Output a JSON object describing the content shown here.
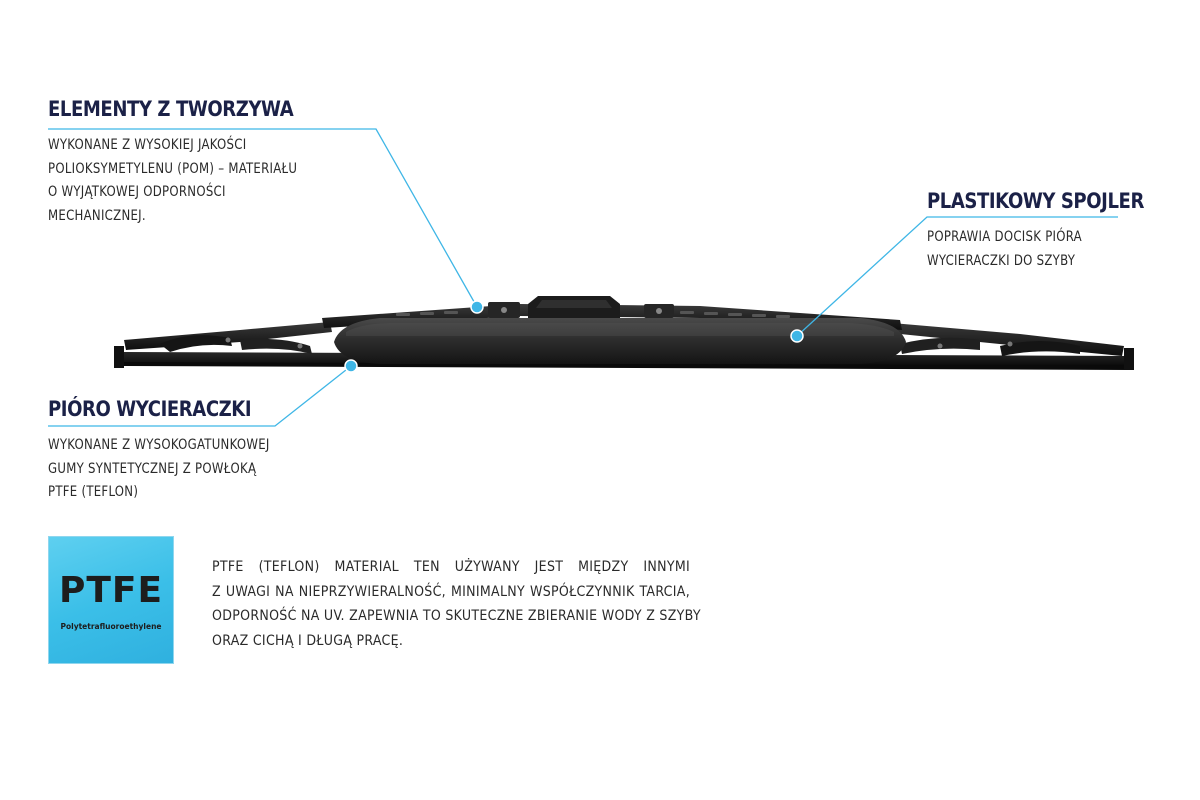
{
  "callouts": {
    "elements": {
      "title": "ELEMENTY Z TWORZYWA",
      "lines": [
        "WYKONANE Z WYSOKIEJ JAKOŚCI",
        "POLIOKSYMETYLENU (POM) – MATERIAŁU",
        "O WYJĄTKOWEJ ODPORNOŚCI",
        "MECHANICZNEJ."
      ]
    },
    "spoiler": {
      "title": "PLASTIKOWY SPOJLER",
      "lines": [
        "POPRAWIA DOCISK PIÓRA",
        "WYCIERACZKI DO SZYBY"
      ]
    },
    "blade": {
      "title": "PIÓRO WYCIERACZKI",
      "lines": [
        "WYKONANE Z WYSOKOGATUNKOWEJ",
        "GUMY SYNTETYCZNEJ Z POWŁOKĄ",
        "PTFE (TEFLON)"
      ]
    }
  },
  "ptfe": {
    "badge_big": "PTFE",
    "badge_small": "Polytetrafluoroethylene",
    "lines": [
      "PTFE (TEFLON) MATERIAL TEN UŻYWANY JEST MIĘDZY INNYMI",
      "Z UWAGI NA NIEPRZYWIERALNOŚĆ, MINIMALNY WSPÓŁCZYNNIK TARCIA,",
      "ODPORNOŚĆ NA UV. ZAPEWNIA TO SKUTECZNE ZBIERANIE WODY Z SZYBY",
      "ORAZ CICHĄ I DŁUGĄ PRACĘ."
    ]
  },
  "colors": {
    "title": "#1b2147",
    "leader": "#3fb6e6",
    "blade": "#1a1a1a",
    "badge": "#3bbfe8"
  }
}
